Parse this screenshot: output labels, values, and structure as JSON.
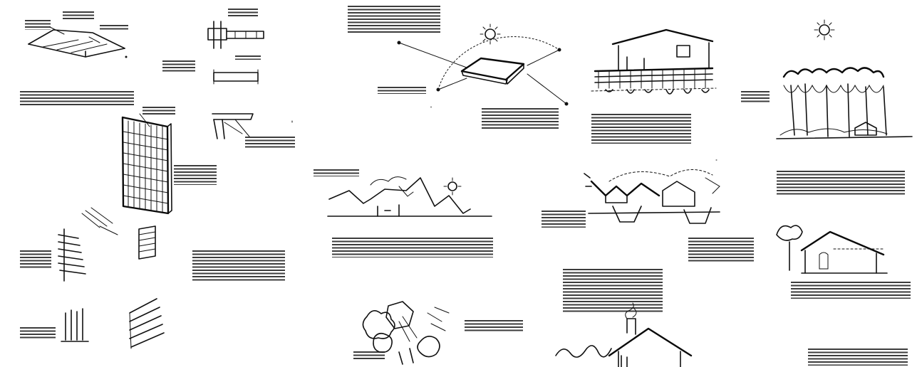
{
  "sheet": {
    "background": "#ffffff",
    "ink": "#111111",
    "note": ""
  },
  "panels": [
    {
      "id": "roof-overhang-section",
      "icon": "roof-detail-sketch"
    },
    {
      "id": "beam-joint-detail",
      "icon": "beam-joint-sketch"
    },
    {
      "id": "wall-lattice-panel",
      "icon": "lattice-panel-sketch"
    },
    {
      "id": "louvered-wall-slats",
      "icon": "louver-sketch"
    },
    {
      "id": "vertical-board-wall",
      "icon": "board-wall-sketch"
    },
    {
      "id": "orientation-diagram",
      "icon": "sun-orientation-sketch"
    },
    {
      "id": "terrain-and-wind",
      "icon": "terrain-wind-sketch"
    },
    {
      "id": "tree-planting-plan",
      "icon": "tree-plan-sketch"
    },
    {
      "id": "stilt-house",
      "icon": "stilt-house-sketch"
    },
    {
      "id": "ventilation-section",
      "icon": "ventilation-sketch"
    },
    {
      "id": "smoke-chimney-house",
      "icon": "chimney-house-sketch"
    },
    {
      "id": "tree-shade",
      "icon": "tree-shade-sketch"
    },
    {
      "id": "shaded-house-section",
      "icon": "shaded-house-sketch"
    }
  ]
}
